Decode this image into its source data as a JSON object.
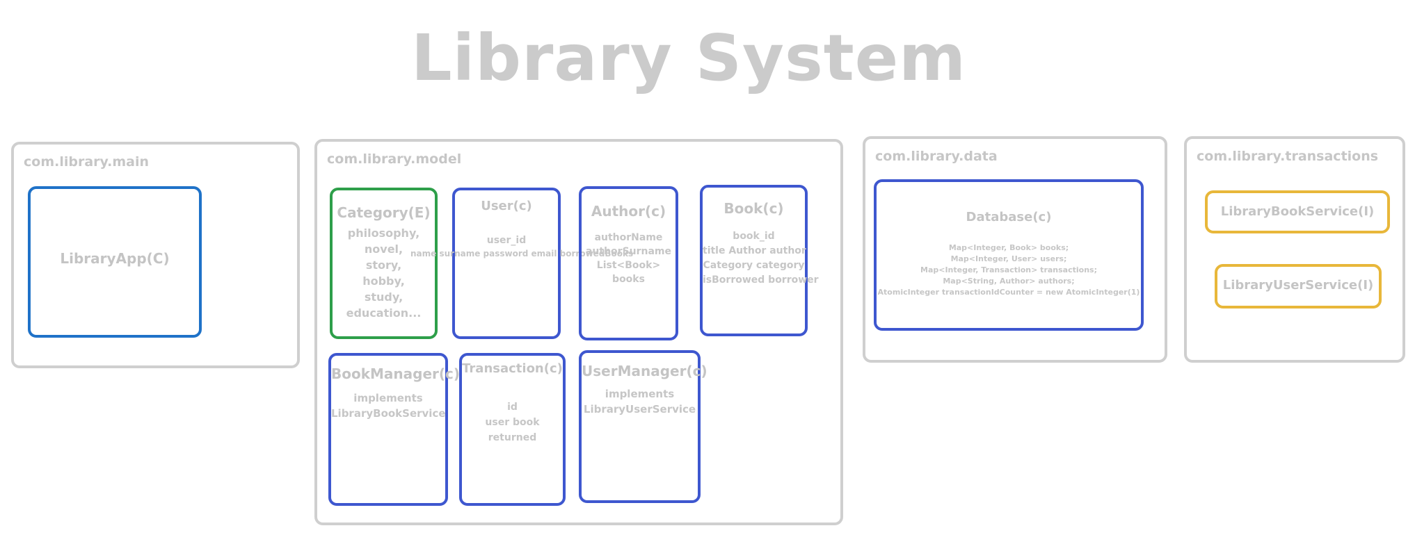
{
  "title": "Library System",
  "packages": {
    "main": {
      "label": "com.library.main",
      "classes": {
        "app": {
          "name": "LibraryApp(C)"
        }
      }
    },
    "model": {
      "label": "com.library.model",
      "classes": {
        "category": {
          "name": "Category(E)",
          "body": "philosophy,\nnovel,\nstory,\nhobby,\nstudy,\neducation..."
        },
        "user": {
          "name": "User(c)",
          "body": "user_id",
          "overflow": "name surname password email borrowedBooks"
        },
        "author": {
          "name": "Author(c)",
          "body": "authorName\nauthorSurname\nList<Book> books"
        },
        "book": {
          "name": "Book(c)",
          "body": "book_id\ntitle Author author\nCategory category\nisBorrowed borrower"
        },
        "bookManager": {
          "name": "BookManager(c)",
          "body": "implements\nLibraryBookService"
        },
        "transaction": {
          "name": "Transaction(c)",
          "body": "id\nuser book returned"
        },
        "userManager": {
          "name": "UserManager(c)",
          "body": "implements\nLibraryUserService"
        }
      }
    },
    "data": {
      "label": "com.library.data",
      "classes": {
        "database": {
          "name": "Database(c)",
          "body": "Map<Integer, Book> books;\nMap<Integer, User> users;\nMap<Integer, Transaction> transactions;\nMap<String, Author> authors;\nAtomicInteger transactionIdCounter = new AtomicInteger(1)"
        }
      }
    },
    "transactions": {
      "label": "com.library.transactions",
      "classes": {
        "bookService": {
          "name": "LibraryBookService(I)"
        },
        "userService": {
          "name": "LibraryUserService(I)"
        }
      }
    }
  },
  "colors": {
    "package_border": "#cfcfcf",
    "class_border": "#3e57cf",
    "enum_border": "#2e9f4a",
    "main_border": "#1f72c8",
    "interface_border": "#e8b73a",
    "text": "#c4c4c4"
  }
}
